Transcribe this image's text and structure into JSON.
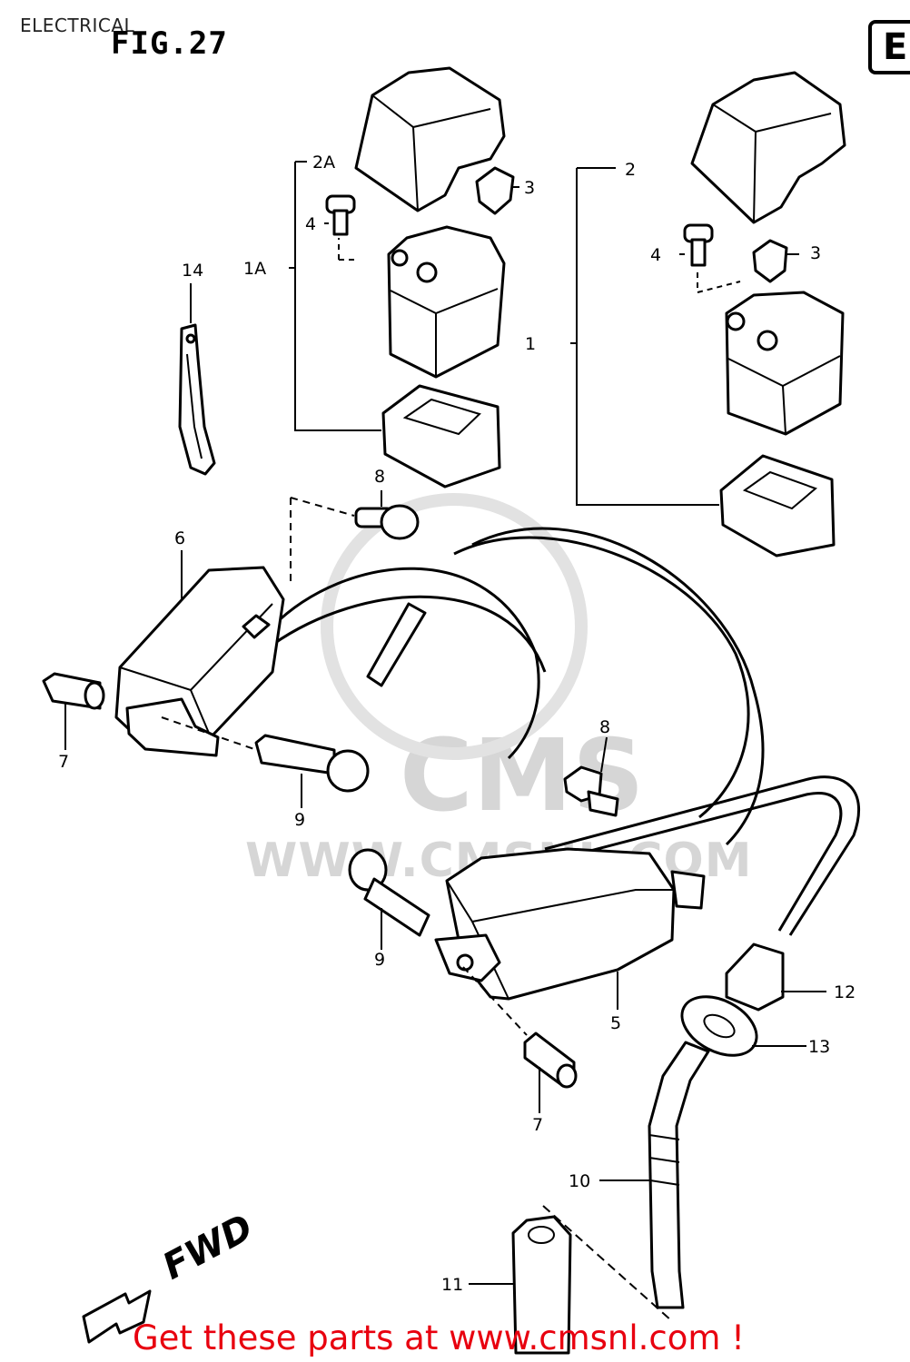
{
  "header": {
    "title": "ELECTRICAL",
    "figure": "FIG.27",
    "section": "E"
  },
  "callouts": {
    "1": "1",
    "1A": "1A",
    "2": "2",
    "2A": "2A",
    "3": "3",
    "4": "4",
    "5": "5",
    "6": "6",
    "7": "7",
    "8": "8",
    "9": "9",
    "10": "10",
    "11": "11",
    "12": "12",
    "13": "13",
    "14": "14"
  },
  "fwd": "FWD",
  "watermark": {
    "brand": "CMS",
    "url": "WWW.CMSNL.COM"
  },
  "footer": {
    "link_text": "Get these parts at www.cmsnl.com !",
    "link_color": "#e8000f"
  }
}
